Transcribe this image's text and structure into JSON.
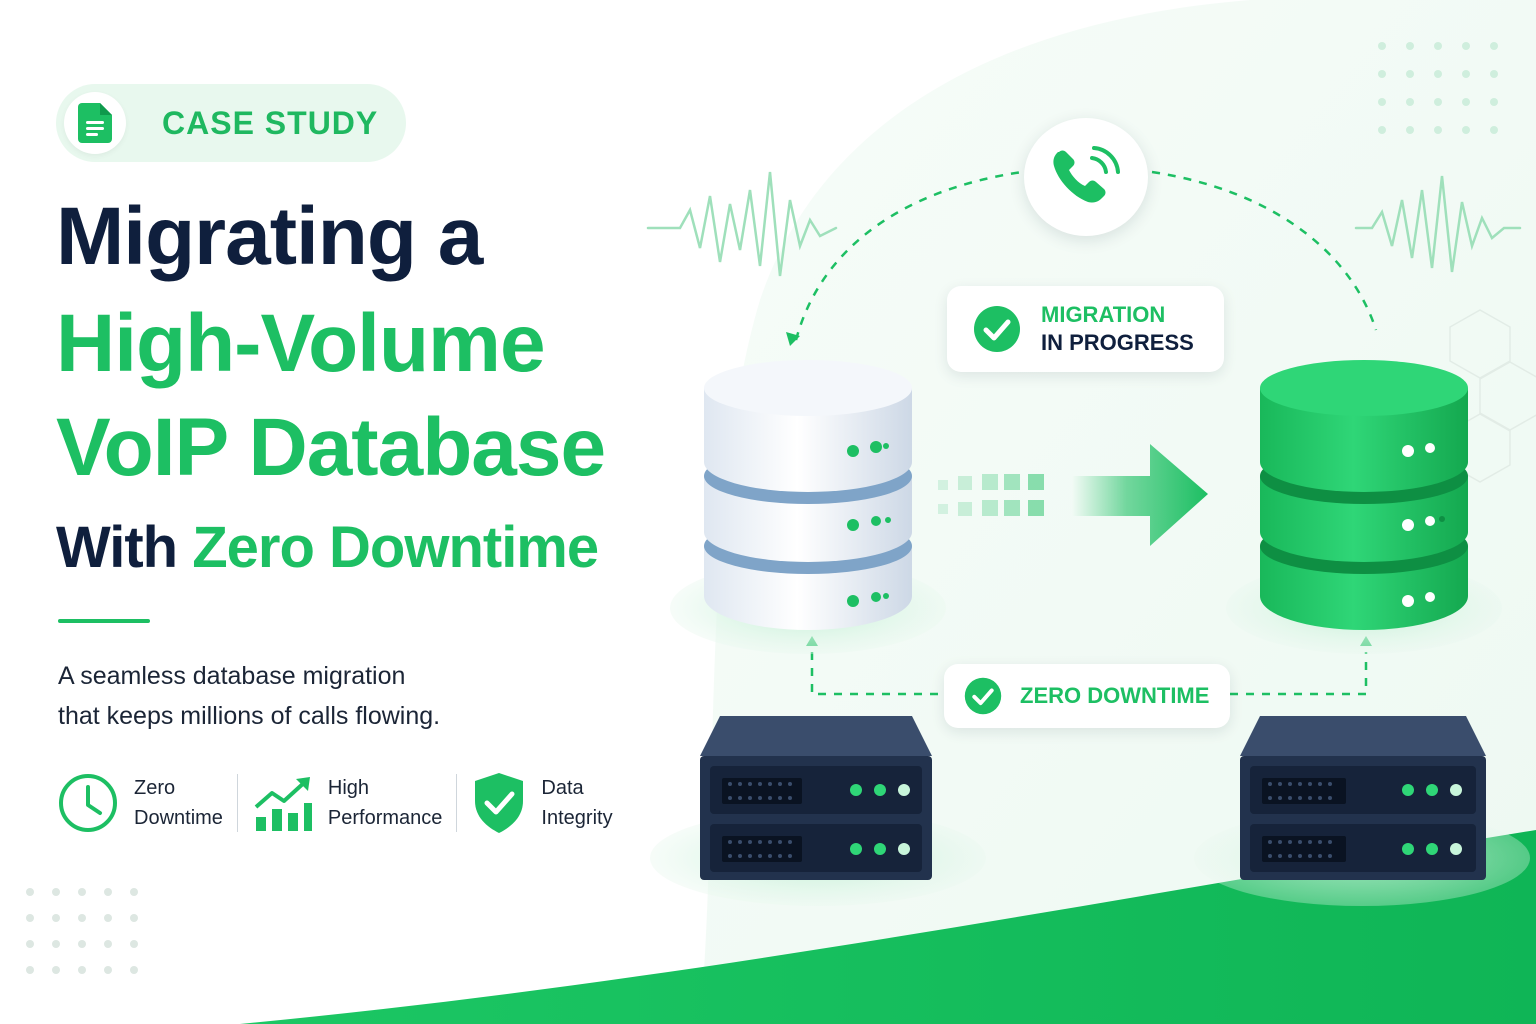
{
  "badge": {
    "label": "CASE STUDY",
    "icon": "document-icon"
  },
  "headline": {
    "line1": "Migrating a",
    "line2": "High-Volume",
    "line3": "VoIP Database",
    "line4_prefix": "With ",
    "line4_highlight": "Zero Downtime"
  },
  "description": {
    "line1": "A seamless database migration",
    "line2": "that keeps millions of calls flowing."
  },
  "features": [
    {
      "icon": "clock-icon",
      "line1": "Zero",
      "line2": "Downtime"
    },
    {
      "icon": "growth-chart-icon",
      "line1": "High",
      "line2": "Performance"
    },
    {
      "icon": "shield-check-icon",
      "line1": "Data",
      "line2": "Integrity"
    }
  ],
  "status": {
    "migration_line1": "MIGRATION",
    "migration_line2": "IN PROGRESS",
    "zero_downtime": "ZERO DOWNTIME"
  },
  "colors": {
    "accent": "#1dbf63",
    "navy": "#0f1f3d",
    "server_dark": "#22324d"
  }
}
